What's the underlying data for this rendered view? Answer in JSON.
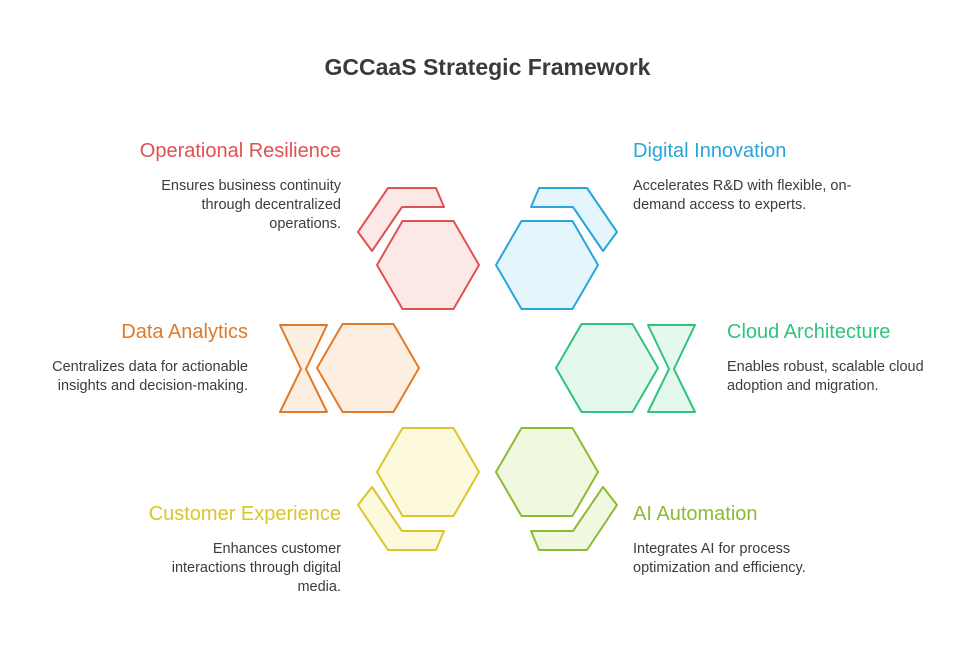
{
  "title": "GCCaaS Strategic Framework",
  "items": [
    {
      "heading": "Operational Resilience",
      "description": "Ensures business continuity through decentralized operations.",
      "color": "#e05252",
      "fill": "#fde8e8"
    },
    {
      "heading": "Digital Innovation",
      "description": "Accelerates R&D with flexible, on-demand access to experts.",
      "color": "#29a5dc",
      "fill": "#e4f5fc"
    },
    {
      "heading": "Data Analytics",
      "description": "Centralizes data for actionable insights and decision-making.",
      "color": "#e07a28",
      "fill": "#fdeee2"
    },
    {
      "heading": "Cloud Architecture",
      "description": "Enables robust, scalable cloud adoption and migration.",
      "color": "#2ec47c",
      "fill": "#e4f8ee"
    },
    {
      "heading": "Customer Experience",
      "description": "Enhances customer interactions through digital media.",
      "color": "#d9c62a",
      "fill": "#fcf9dc"
    },
    {
      "heading": "AI Automation",
      "description": "Integrates AI for process optimization and efficiency.",
      "color": "#8cbc34",
      "fill": "#f0f8e0"
    }
  ]
}
